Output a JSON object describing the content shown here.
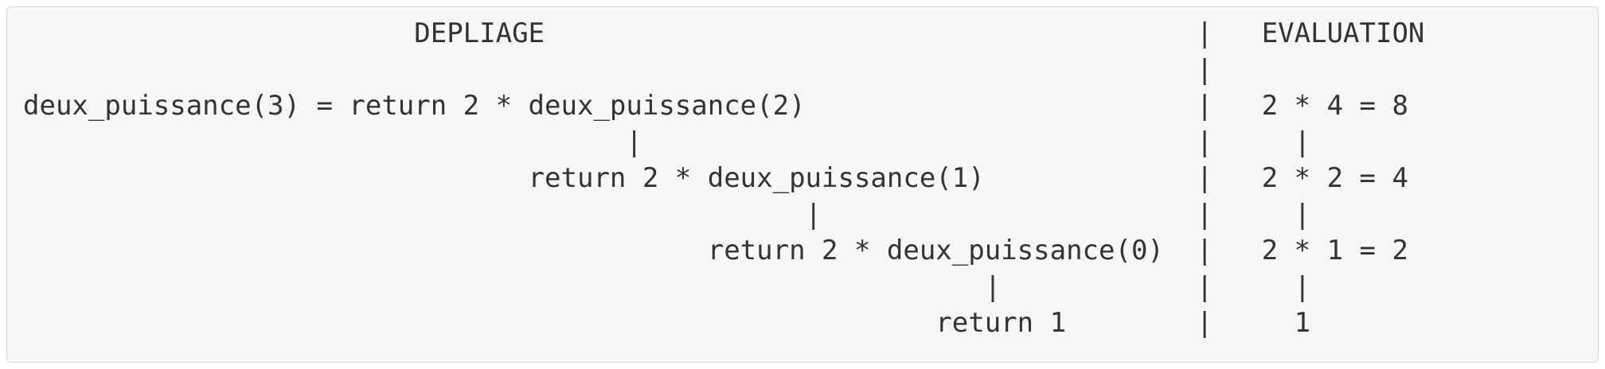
{
  "colors": {
    "page_background": "#ffffff",
    "block_background": "#f6f7f8",
    "block_border": "#d8d9da",
    "text": "#333333"
  },
  "trace": {
    "headers": {
      "left": "DEPLIAGE",
      "right": "EVALUATION"
    },
    "function_name": "deux_puissance",
    "evaluation_values": [
      "2 * 4 = 8",
      "2 * 2 = 4",
      "2 * 1 = 2",
      "1"
    ],
    "lines": [
      "                        DEPLIAGE                                        |   EVALUATION",
      "                                                                        |",
      "deux_puissance(3) = return 2 * deux_puissance(2)                        |   2 * 4 = 8",
      "                                     |                                  |     |",
      "                               return 2 * deux_puissance(1)             |   2 * 2 = 4",
      "                                                |                       |     |",
      "                                          return 2 * deux_puissance(0)  |   2 * 1 = 2",
      "                                                           |            |     |",
      "                                                        return 1        |     1"
    ]
  }
}
